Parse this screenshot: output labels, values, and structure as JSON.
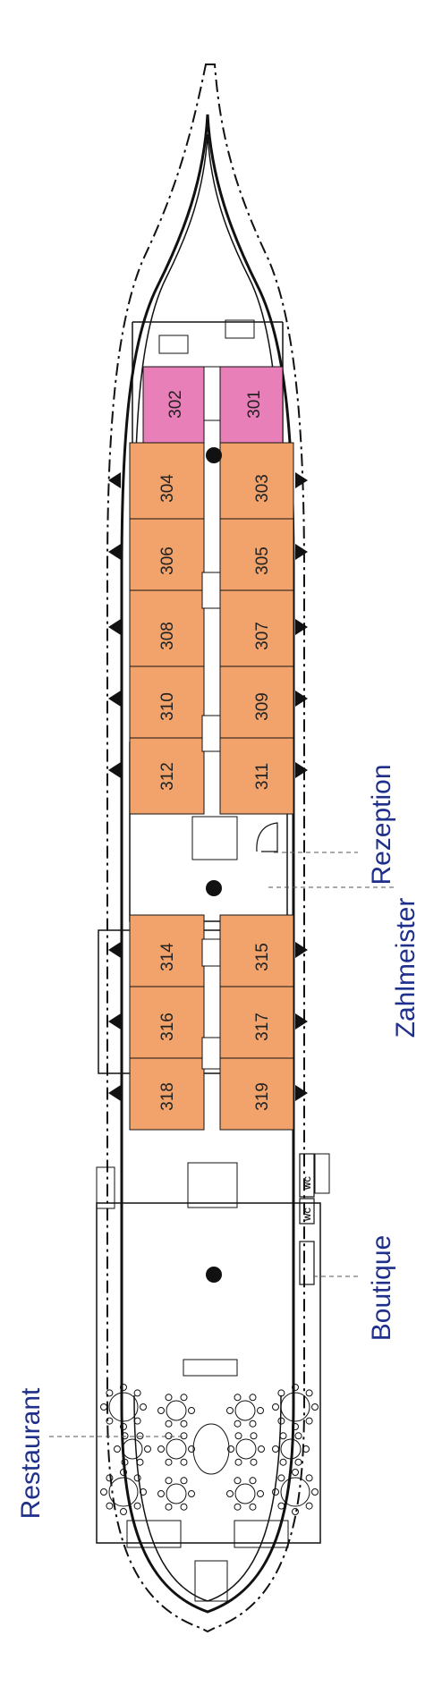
{
  "cabins": {
    "suite": [
      {
        "id": "302",
        "label": "302"
      },
      {
        "id": "301",
        "label": "301"
      }
    ],
    "standard": [
      {
        "id": "304",
        "label": "304"
      },
      {
        "id": "303",
        "label": "303"
      },
      {
        "id": "306",
        "label": "306"
      },
      {
        "id": "305",
        "label": "305"
      },
      {
        "id": "308",
        "label": "308"
      },
      {
        "id": "307",
        "label": "307"
      },
      {
        "id": "310",
        "label": "310"
      },
      {
        "id": "309",
        "label": "309"
      },
      {
        "id": "312",
        "label": "312"
      },
      {
        "id": "311",
        "label": "311"
      },
      {
        "id": "314",
        "label": "314"
      },
      {
        "id": "315",
        "label": "315"
      },
      {
        "id": "316",
        "label": "316"
      },
      {
        "id": "317",
        "label": "317"
      },
      {
        "id": "318",
        "label": "318"
      },
      {
        "id": "319",
        "label": "319"
      }
    ]
  },
  "facilities": {
    "rezeption": "Rezeption",
    "zahlmeister": "Zahlmeister",
    "boutique": "Boutique",
    "restaurant": "Restaurant",
    "wc_1": "WC",
    "wc_2": "WC"
  },
  "colors": {
    "suite": "#e87fb8",
    "standard": "#f2a36b",
    "label_text": "#1f2f8c",
    "outline": "#111111"
  }
}
